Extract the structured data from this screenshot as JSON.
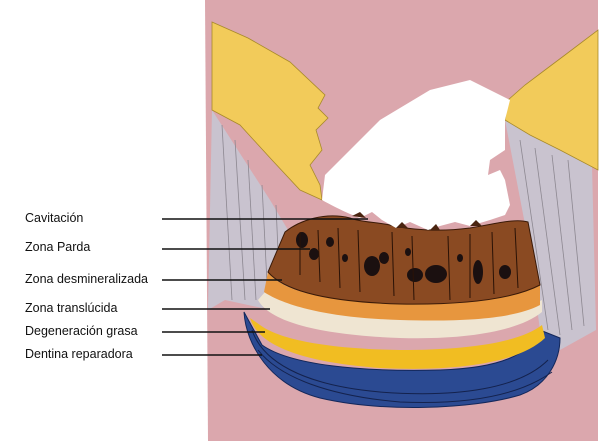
{
  "labels": {
    "cavitacion": "Cavitación",
    "zona_parda": "Zona Parda",
    "zona_desmineralizada": "Zona desmineralizada",
    "zona_translucida": "Zona translúcida",
    "degeneracion_grasa": "Degeneración grasa",
    "dentina_reparadora": "Dentina reparadora"
  },
  "colors": {
    "enamel": "#f2cb5a",
    "dentin_tubules": "#c9c3cf",
    "pulp": "#dba7ad",
    "brown_zone": "#8a4a22",
    "demineralized_zone": "#e7963e",
    "translucent_zone": "#efe5d2",
    "fatty_degeneration": "#f1bd22",
    "reparative_dentin": "#2b4a92",
    "pigment": "#1b1010"
  }
}
